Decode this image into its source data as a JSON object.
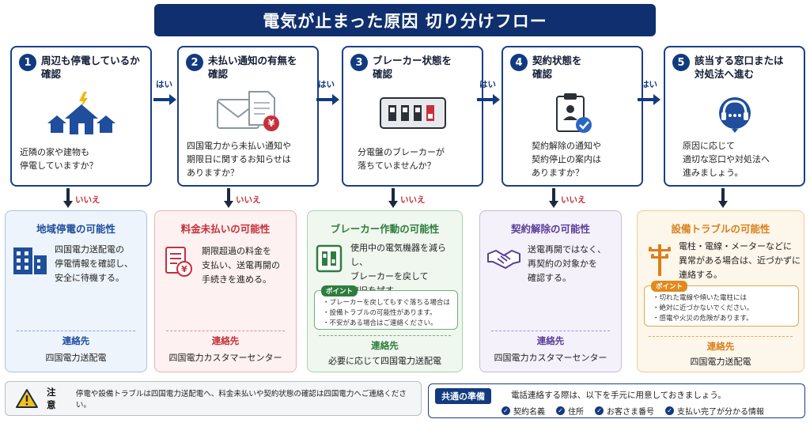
{
  "title": "電気が止まった原因 切り分けフロー",
  "steps": [
    {
      "num": "1",
      "title": "周辺も停電しているか\n確認",
      "question": "近隣の家や建物も\n停電していますか？",
      "icon": "houses-lightning-icon"
    },
    {
      "num": "2",
      "title": "未払い通知の有無を\n確認",
      "question": "四国電力から未払い通知や\n期限日に関するお知らせは\nありますか？",
      "icon": "envelope-bill-icon"
    },
    {
      "num": "3",
      "title": "ブレーカー状態を\n確認",
      "question": "分電盤のブレーカーが\n落ちていませんか？",
      "icon": "breaker-panel-icon"
    },
    {
      "num": "4",
      "title": "契約状態を\n確認",
      "question": "契約解除の通知や\n契約停止の案内は\nありますか？",
      "icon": "contract-clipboard-icon"
    },
    {
      "num": "5",
      "title": "該当する窓口または\n対処法へ進む",
      "question": "原因に応じて\n適切な窓口や対処法へ\n進みましょう。",
      "icon": "headset-support-icon"
    }
  ],
  "yes_label": "はい",
  "no_label": "いいえ",
  "results": [
    {
      "title": "地域停電の可能性",
      "body": "四国電力送配電の\n停電情報を確認し、\n安全に待機する。",
      "contact_label": "連絡先",
      "contact": "四国電力送配電",
      "icon": "building-icon",
      "color": "#1f4fa0",
      "bg": "#eef4fb",
      "border": "#a9c3e6"
    },
    {
      "title": "料金未払いの可能性",
      "body": "期限超過の料金を\n支払い、送電再開の\n手続きを進める。",
      "contact_label": "連絡先",
      "contact": "四国電力カスタマーセンター",
      "icon": "invoice-yen-icon",
      "color": "#c6303a",
      "bg": "#fdf1f1",
      "border": "#eab3b3"
    },
    {
      "title": "ブレーカー作動の可能性",
      "body": "使用中の電気機器を減らし、\nブレーカーを戻して\n復旧を試す。",
      "contact_label": "連絡先",
      "contact": "必要に応じて四国電力送配電",
      "icon": "breaker-switch-icon",
      "color": "#2e7d3e",
      "bg": "#eff7ef",
      "border": "#a9d3ad",
      "point": {
        "label": "ポイント",
        "items": [
          "・ブレーカーを戻してもすぐ落ちる場合は",
          "・設備トラブルの可能性があります。",
          "・不安がある場合はご連絡ください。"
        ]
      }
    },
    {
      "title": "契約解除の可能性",
      "body": "送電再開ではなく、\n再契約の対象かを\n確認する。",
      "contact_label": "連絡先",
      "contact": "四国電力カスタマーセンター",
      "icon": "handshake-icon",
      "color": "#5c3e98",
      "bg": "#f4f1fa",
      "border": "#c6b8e2"
    },
    {
      "title": "設備トラブルの可能性",
      "body": "電柱・電線・メーターなどに\n異常がある場合は、近づかずに\n連絡する。",
      "contact_label": "連絡先",
      "contact": "四国電力送配電",
      "icon": "utility-pole-icon",
      "color": "#d9801b",
      "bg": "#fdf6ea",
      "border": "#eccb95",
      "point": {
        "label": "ポイント",
        "items": [
          "・切れた電線や傾いた電柱には",
          "・絶対に近づかないでください。",
          "・感電や火災の危険があります。"
        ]
      }
    }
  ],
  "note": {
    "label": "注意",
    "text": "停電や設備トラブルは四国電力送配電へ、料金未払いや契約状態の確認は四国電力へご連絡ください。",
    "icon": "warning-icon"
  },
  "prep": {
    "label": "共通の準備",
    "text": "電話連絡する際は、以下を手元に用意しておきましょう。",
    "items": [
      "契約名義",
      "住所",
      "お客さま番号",
      "支払い完了が分かる情報"
    ]
  }
}
